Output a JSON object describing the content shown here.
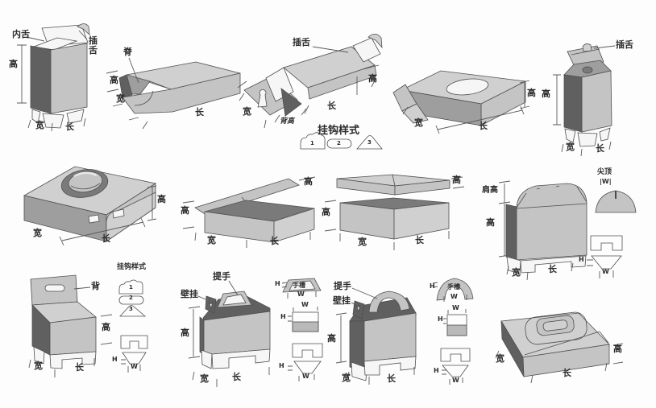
{
  "colors": {
    "background": "#fdfdfd",
    "face_lighter": "#d0d0d0",
    "face_light": "#c4c4c4",
    "face_soft": "#b9b9b9",
    "face_mid": "#9e9e9e",
    "face_mid_dark": "#7a7a7a",
    "face_dark": "#606060",
    "cut_white": "#f6f6f6",
    "outline": "#4f4f4f",
    "dim_line": "#5a5a5a",
    "text": "#2b2b2b"
  },
  "labels": {
    "height": "高",
    "width": "宽",
    "length": "长",
    "inner_tongue": "内舌",
    "insert_tongue": "插舌",
    "ridge": "脊",
    "back_height": "背高",
    "back": "背",
    "hook_styles": "挂钩样式",
    "hook_1": "1",
    "hook_2": "2",
    "hook_3": "3",
    "shoulder_height": "肩高",
    "pointed_top": "尖顶",
    "handle": "提手",
    "wall_mount": "壁挂",
    "hand_slot": "手槽",
    "dim_h": "H",
    "dim_w": "W",
    "dim_w_bars": "|W|"
  },
  "boxes": [
    {
      "name": "tuck-top-carton",
      "annotations": [
        "内舌",
        "插舌",
        "高",
        "宽",
        "长"
      ]
    },
    {
      "name": "ridge-tray-box",
      "annotations": [
        "脊",
        "高",
        "宽",
        "长"
      ]
    },
    {
      "name": "hang-tab-display-box",
      "annotations": [
        "插舌",
        "高",
        "宽",
        "背高",
        "长",
        "挂钩样式",
        "1",
        "2",
        "3"
      ]
    },
    {
      "name": "tissue-box",
      "annotations": [
        "高",
        "宽",
        "长"
      ]
    },
    {
      "name": "flip-top-carton",
      "annotations": [
        "插舌",
        "高",
        "宽",
        "长"
      ]
    },
    {
      "name": "cake-box",
      "annotations": [
        "高",
        "宽",
        "长"
      ]
    },
    {
      "name": "hinged-lid-box",
      "annotations": [
        "高",
        "高",
        "宽",
        "长"
      ]
    },
    {
      "name": "telescope-lid-box",
      "annotations": [
        "高",
        "高",
        "宽",
        "长"
      ]
    },
    {
      "name": "shoulder-top-box",
      "annotations": [
        "肩高",
        "高",
        "宽",
        "长"
      ]
    },
    {
      "name": "dome-top-detail",
      "annotations": [
        "尖顶",
        "|W|",
        "H",
        "W"
      ]
    },
    {
      "name": "hang-panel-box",
      "annotations": [
        "背",
        "挂钩样式",
        "1",
        "2",
        "3",
        "高",
        "宽",
        "长",
        "H",
        "W"
      ]
    },
    {
      "name": "trapezoid-handle-carry-box",
      "annotations": [
        "提手",
        "壁挂",
        "高",
        "宽",
        "长",
        "H",
        "手槽",
        "W"
      ]
    },
    {
      "name": "arch-handle-carry-box",
      "annotations": [
        "提手",
        "壁挂",
        "高",
        "宽",
        "长",
        "H",
        "手槽",
        "W"
      ]
    },
    {
      "name": "suitcase-style-box",
      "annotations": [
        "宽",
        "长",
        "高"
      ]
    }
  ]
}
